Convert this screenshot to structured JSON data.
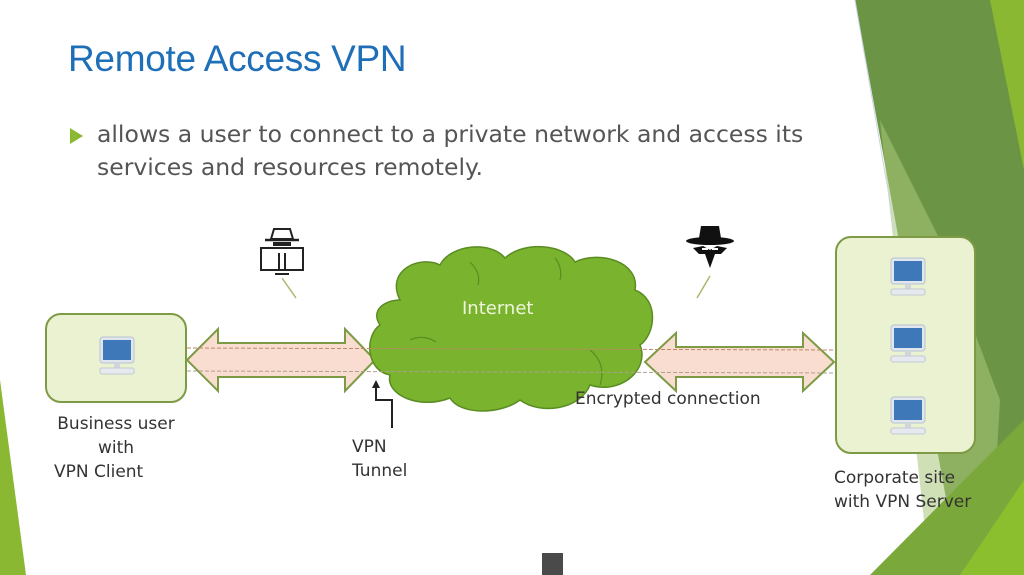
{
  "slide": {
    "title": "Remote Access VPN",
    "bullet": "allows a user to connect to a private network and access its services and resources remotely.",
    "accent_color": "#1f6fb8",
    "bullet_color": "#8bb832"
  },
  "diagram": {
    "cloud_label": "Internet",
    "client": {
      "label_line1": "Business user",
      "label_line2": "with",
      "label_line3": "VPN Client",
      "icon": "desktop-computer-icon"
    },
    "server": {
      "label_line1": "Corporate site",
      "label_line2": "with VPN Server",
      "computers": [
        "desktop-computer-icon",
        "desktop-computer-icon",
        "desktop-computer-icon"
      ]
    },
    "tunnel": {
      "label_line1": "VPN",
      "label_line2": "Tunnel"
    },
    "encrypted_label": "Encrypted connection",
    "eavesdroppers": [
      {
        "icon": "hacker-computer-icon"
      },
      {
        "icon": "spy-hat-icon"
      }
    ]
  }
}
